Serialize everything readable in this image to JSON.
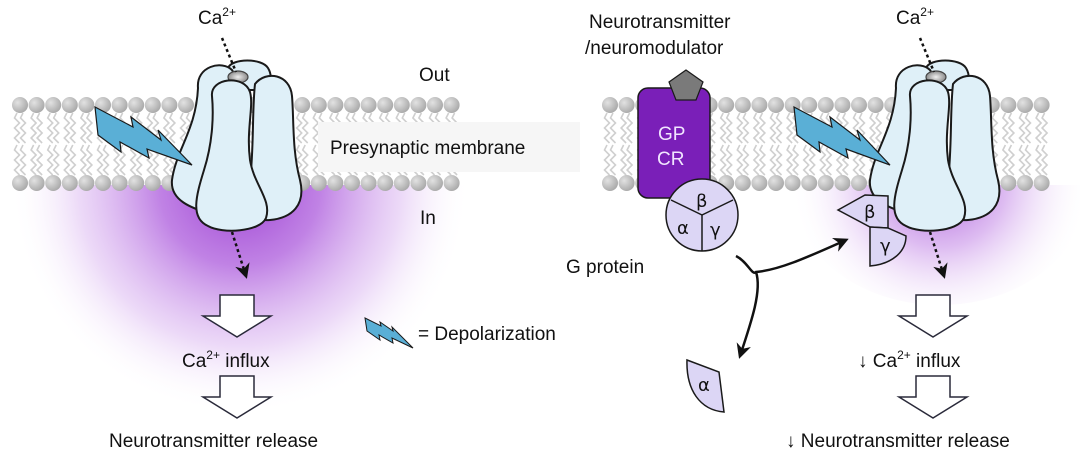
{
  "colors": {
    "channel_fill": "#dff0f8",
    "channel_stroke": "#1a1a1a",
    "membrane_head": "#b8b8b8",
    "membrane_tail": "#cfcfcf",
    "calcium_glow": "#a54ad6",
    "bolt_fill": "#5aafd6",
    "gpcr_fill": "#7a1fb8",
    "gprotein_fill": "#dcd6f5",
    "ligand_fill": "#7a7a7a",
    "label_box": "#f5f5f5"
  },
  "left_panel": {
    "ion_label": "Ca",
    "ion_charge": "2+",
    "out_label": "Out",
    "in_label": "In",
    "membrane_label": "Presynaptic membrane",
    "step1_ion": "Ca",
    "step1_charge": "2+",
    "step1_text": " influx",
    "step2_text": "Neurotransmitter release"
  },
  "legend": {
    "icon": "lightning-bolt-icon",
    "text": "= Depolarization"
  },
  "right_panel": {
    "ligand_label_line1": "Neurotransmitter",
    "ligand_label_line2": "/neuromodulator",
    "gpcr_line1": "GP",
    "gpcr_line2": "CR",
    "gprotein_label": "G protein",
    "subunit_alpha": "α",
    "subunit_beta": "β",
    "subunit_gamma": "γ",
    "ion_label": "Ca",
    "ion_charge": "2+",
    "step1_prefix": "↓ ",
    "step1_ion": "Ca",
    "step1_charge": "2+",
    "step1_text": " influx",
    "step2_text": "↓ Neurotransmitter release"
  }
}
